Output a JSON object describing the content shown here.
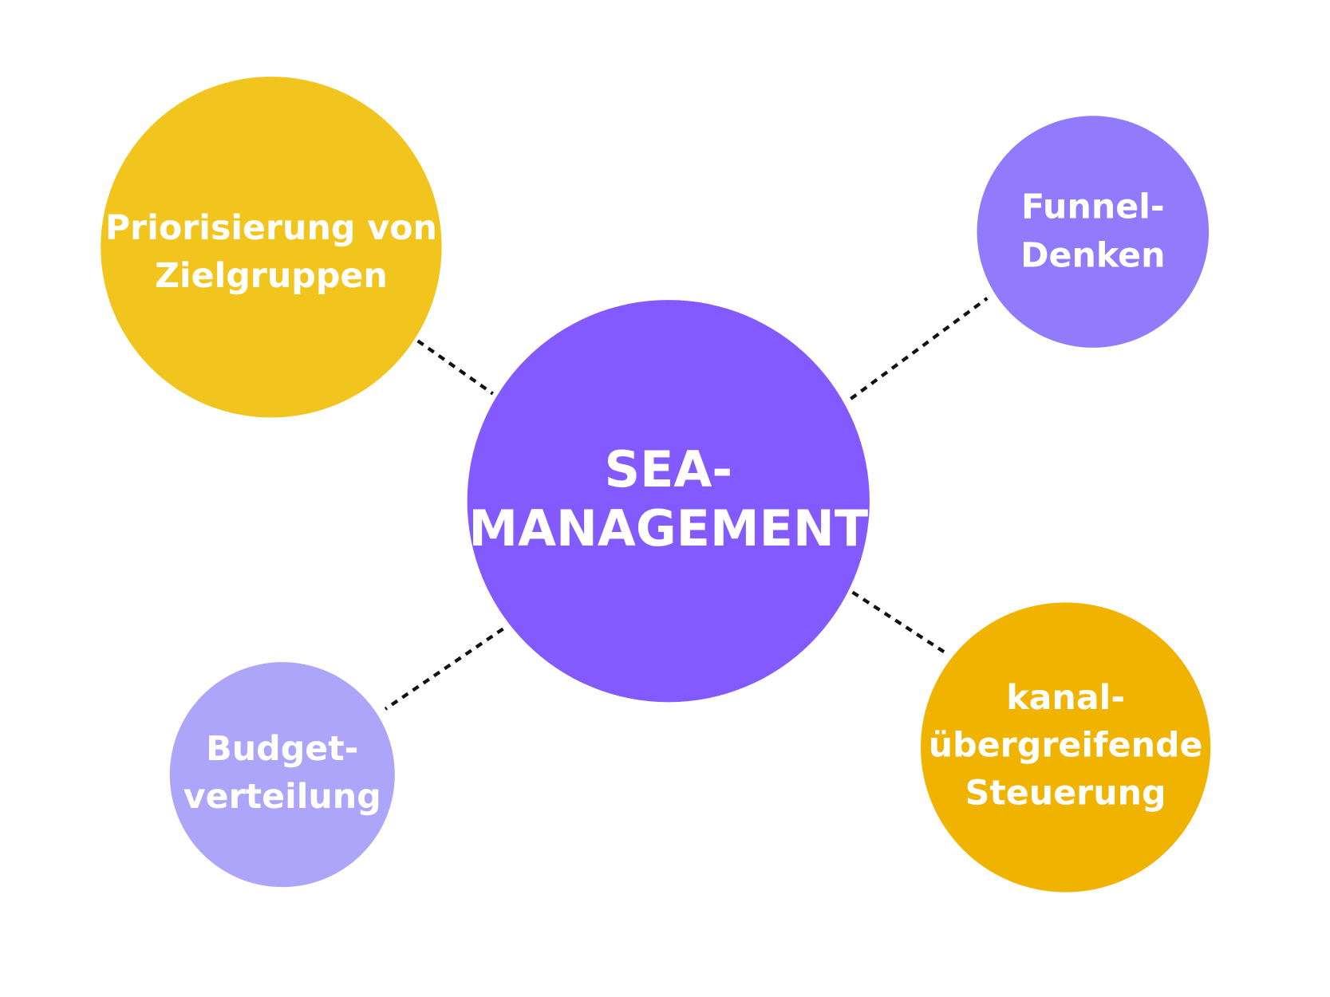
{
  "center": {
    "lines": [
      "SEA-",
      "MANAGEMENT"
    ],
    "color": "#825AFF"
  },
  "nodes": [
    {
      "id": "zielgruppen",
      "lines": [
        "Priorisierung von",
        "Zielgruppen"
      ],
      "color": "#F2C41E"
    },
    {
      "id": "funnel",
      "lines": [
        "Funnel-",
        "Denken"
      ],
      "color": "#917BFC"
    },
    {
      "id": "budget",
      "lines": [
        "Budget-",
        "verteilung"
      ],
      "color": "#ADA5F9"
    },
    {
      "id": "kanal",
      "lines": [
        "kanal-",
        "übergreifende",
        "Steuerung"
      ],
      "color": "#F0B400"
    }
  ]
}
